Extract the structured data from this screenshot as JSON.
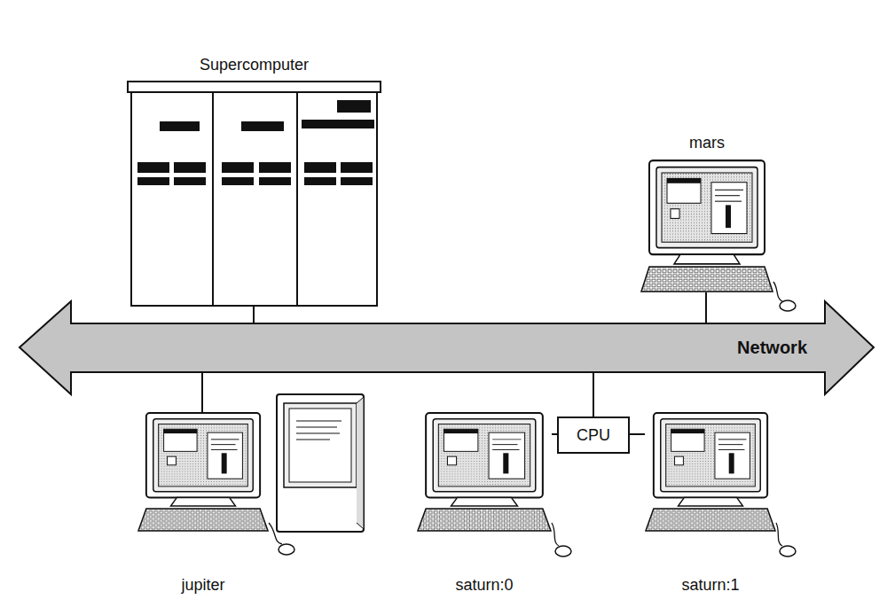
{
  "diagram": {
    "nodes": [
      {
        "text": [
          "Supercomputer"
        ]
      },
      {
        "text": [
          "mars"
        ]
      },
      {
        "text": [
          "Network"
        ]
      },
      {
        "text": [
          "jupiter"
        ]
      },
      {
        "text": [
          "saturn:0"
        ]
      },
      {
        "text": [
          "CPU"
        ]
      },
      {
        "text": [
          "saturn:1"
        ]
      }
    ],
    "edges": [
      {
        "from": 0,
        "to": 2,
        "arrow": "none"
      },
      {
        "from": 1,
        "to": 2,
        "arrow": "none"
      },
      {
        "from": 2,
        "to": 3,
        "arrow": "none"
      },
      {
        "from": 2,
        "to": 5,
        "arrow": "none"
      },
      {
        "from": 4,
        "to": 5,
        "arrow": "none"
      },
      {
        "from": 5,
        "to": 6,
        "arrow": "none"
      }
    ]
  }
}
